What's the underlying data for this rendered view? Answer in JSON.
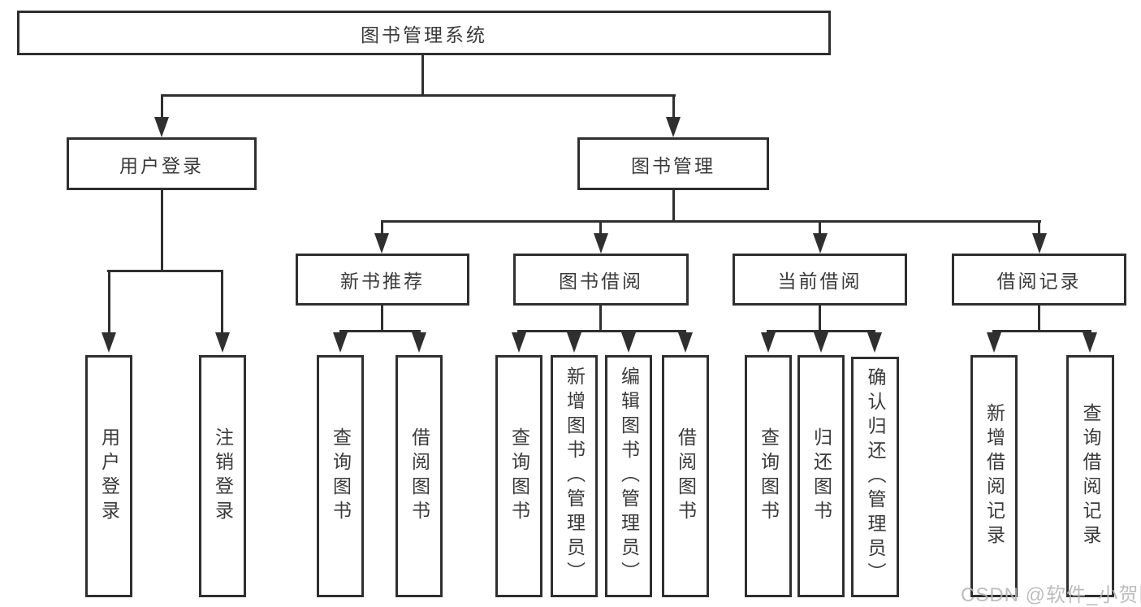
{
  "tree": {
    "root": {
      "label": "图书管理系统"
    },
    "branches": [
      {
        "label": "用户登录",
        "children": [
          {
            "label": "用户登录"
          },
          {
            "label": "注销登录"
          }
        ]
      },
      {
        "label": "图书管理",
        "children": [
          {
            "label": "新书推荐",
            "children": [
              {
                "label": "查询图书"
              },
              {
                "label": "借阅图书"
              }
            ]
          },
          {
            "label": "图书借阅",
            "children": [
              {
                "label": "查询图书"
              },
              {
                "label": "新增图书（管理员）"
              },
              {
                "label": "编辑图书（管理员）"
              },
              {
                "label": "借阅图书"
              }
            ]
          },
          {
            "label": "当前借阅",
            "children": [
              {
                "label": "查询图书"
              },
              {
                "label": "归还图书"
              },
              {
                "label": "确认归还（管理员）"
              }
            ]
          },
          {
            "label": "借阅记录",
            "children": [
              {
                "label": "新增借阅记录"
              },
              {
                "label": "查询借阅记录"
              }
            ]
          }
        ]
      }
    ]
  },
  "watermark": {
    "text": "CSDN @软件_小贺同学"
  },
  "colors": {
    "line": "#2f2f2f",
    "text": "#3a3a3a",
    "background": "#ffffff",
    "watermark": "#b5b5b5"
  }
}
